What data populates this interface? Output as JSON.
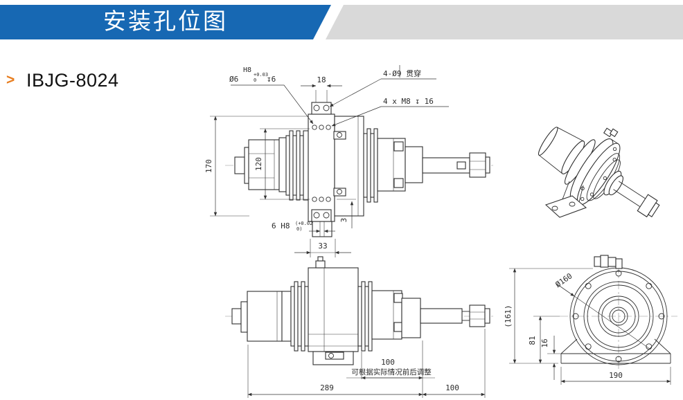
{
  "header": {
    "title": "安装孔位图",
    "banner_color": "#1768b3",
    "stripe_color": "#d9d9d9"
  },
  "product": {
    "marker": ">",
    "marker_color": "#e87d1e",
    "model": "IBJG-8024"
  },
  "top_view": {
    "pin": {
      "dia": "Ø6",
      "fit": "H8",
      "tol_plus": "+0.03",
      "tol_zero": "0",
      "depth": "↧6"
    },
    "dim_18": "18",
    "through_holes": "4-Ø9 贯穿",
    "tapped_holes": "4 x M8 ↧ 16",
    "dim_170": "170",
    "dim_120": "120",
    "slot": {
      "label": "6 H8",
      "tol_plus": "(+0.02",
      "tol_zero": "0)"
    },
    "dim_3": "3",
    "dim_33": "33"
  },
  "bottom_view": {
    "dim_100_adjustable": "100",
    "adjust_note": "可根据实际情况前后调整",
    "dim_289": "289",
    "dim_100": "100"
  },
  "front_view": {
    "dim_height_ref": "(161)",
    "dim_dia": "Ø160",
    "dim_81": "81",
    "dim_16": "16",
    "dim_190": "190"
  }
}
